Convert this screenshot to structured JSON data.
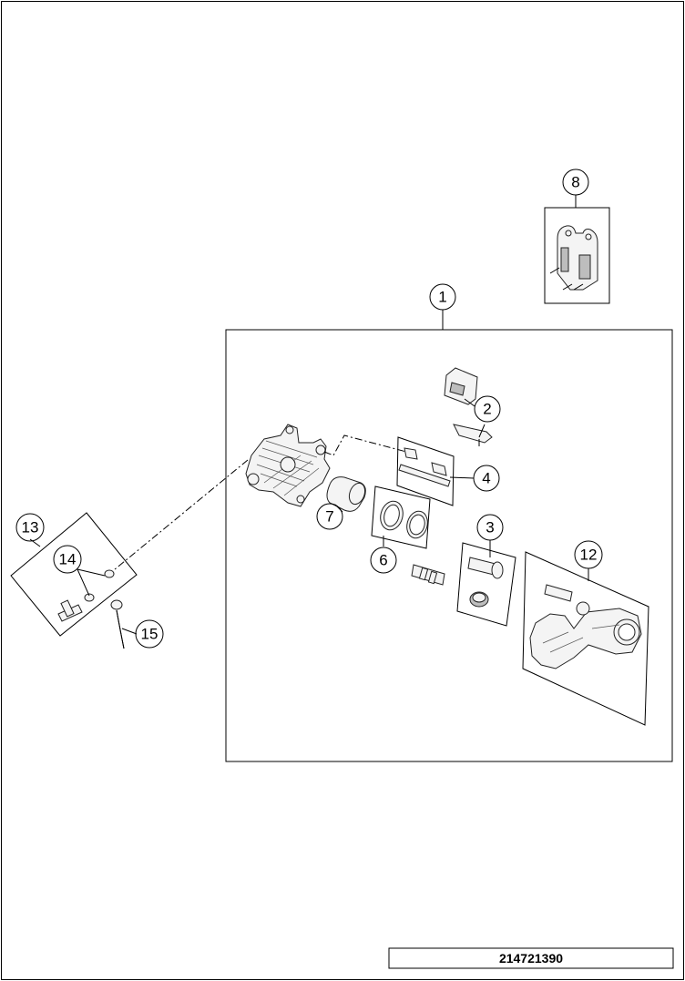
{
  "diagram": {
    "drawing_number": "214721390",
    "callouts": [
      {
        "id": "1",
        "label": "1"
      },
      {
        "id": "2",
        "label": "2"
      },
      {
        "id": "3",
        "label": "3"
      },
      {
        "id": "4",
        "label": "4"
      },
      {
        "id": "6",
        "label": "6"
      },
      {
        "id": "7",
        "label": "7"
      },
      {
        "id": "8",
        "label": "8"
      },
      {
        "id": "12",
        "label": "12"
      },
      {
        "id": "13",
        "label": "13"
      },
      {
        "id": "14",
        "label": "14"
      },
      {
        "id": "15",
        "label": "15"
      }
    ]
  }
}
